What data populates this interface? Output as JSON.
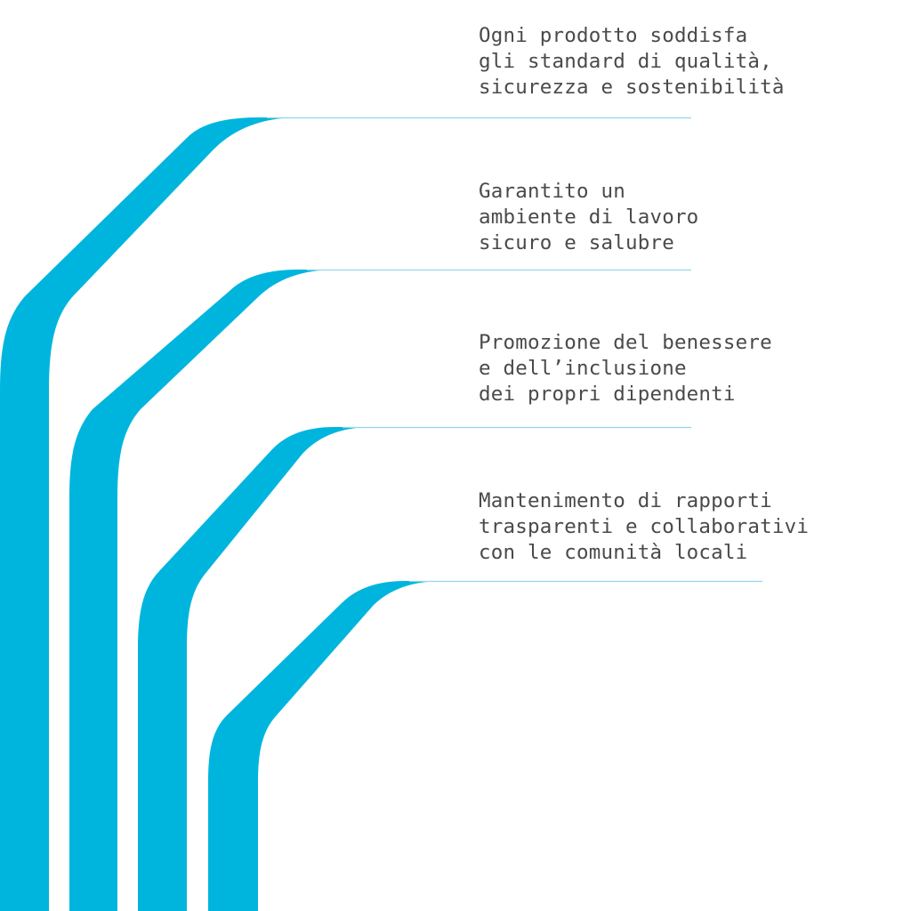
{
  "colors": {
    "ribbon": "#00b5dd",
    "rule": "#8fd8ea",
    "text": "#4a4a4a",
    "background": "#ffffff"
  },
  "statements": [
    {
      "lines": [
        "Ogni prodotto soddisfa",
        "gli standard di qualità,",
        "sicurezza e sostenibilità"
      ]
    },
    {
      "lines": [
        "Garantito un",
        "ambiente di lavoro",
        "sicuro e salubre"
      ]
    },
    {
      "lines": [
        "Promozione del benessere",
        "e dell’inclusione",
        "dei propri dipendenti"
      ]
    },
    {
      "lines": [
        "Mantenimento di rapporti",
        "trasparenti e collaborativi",
        "con le comunità locali"
      ]
    }
  ]
}
